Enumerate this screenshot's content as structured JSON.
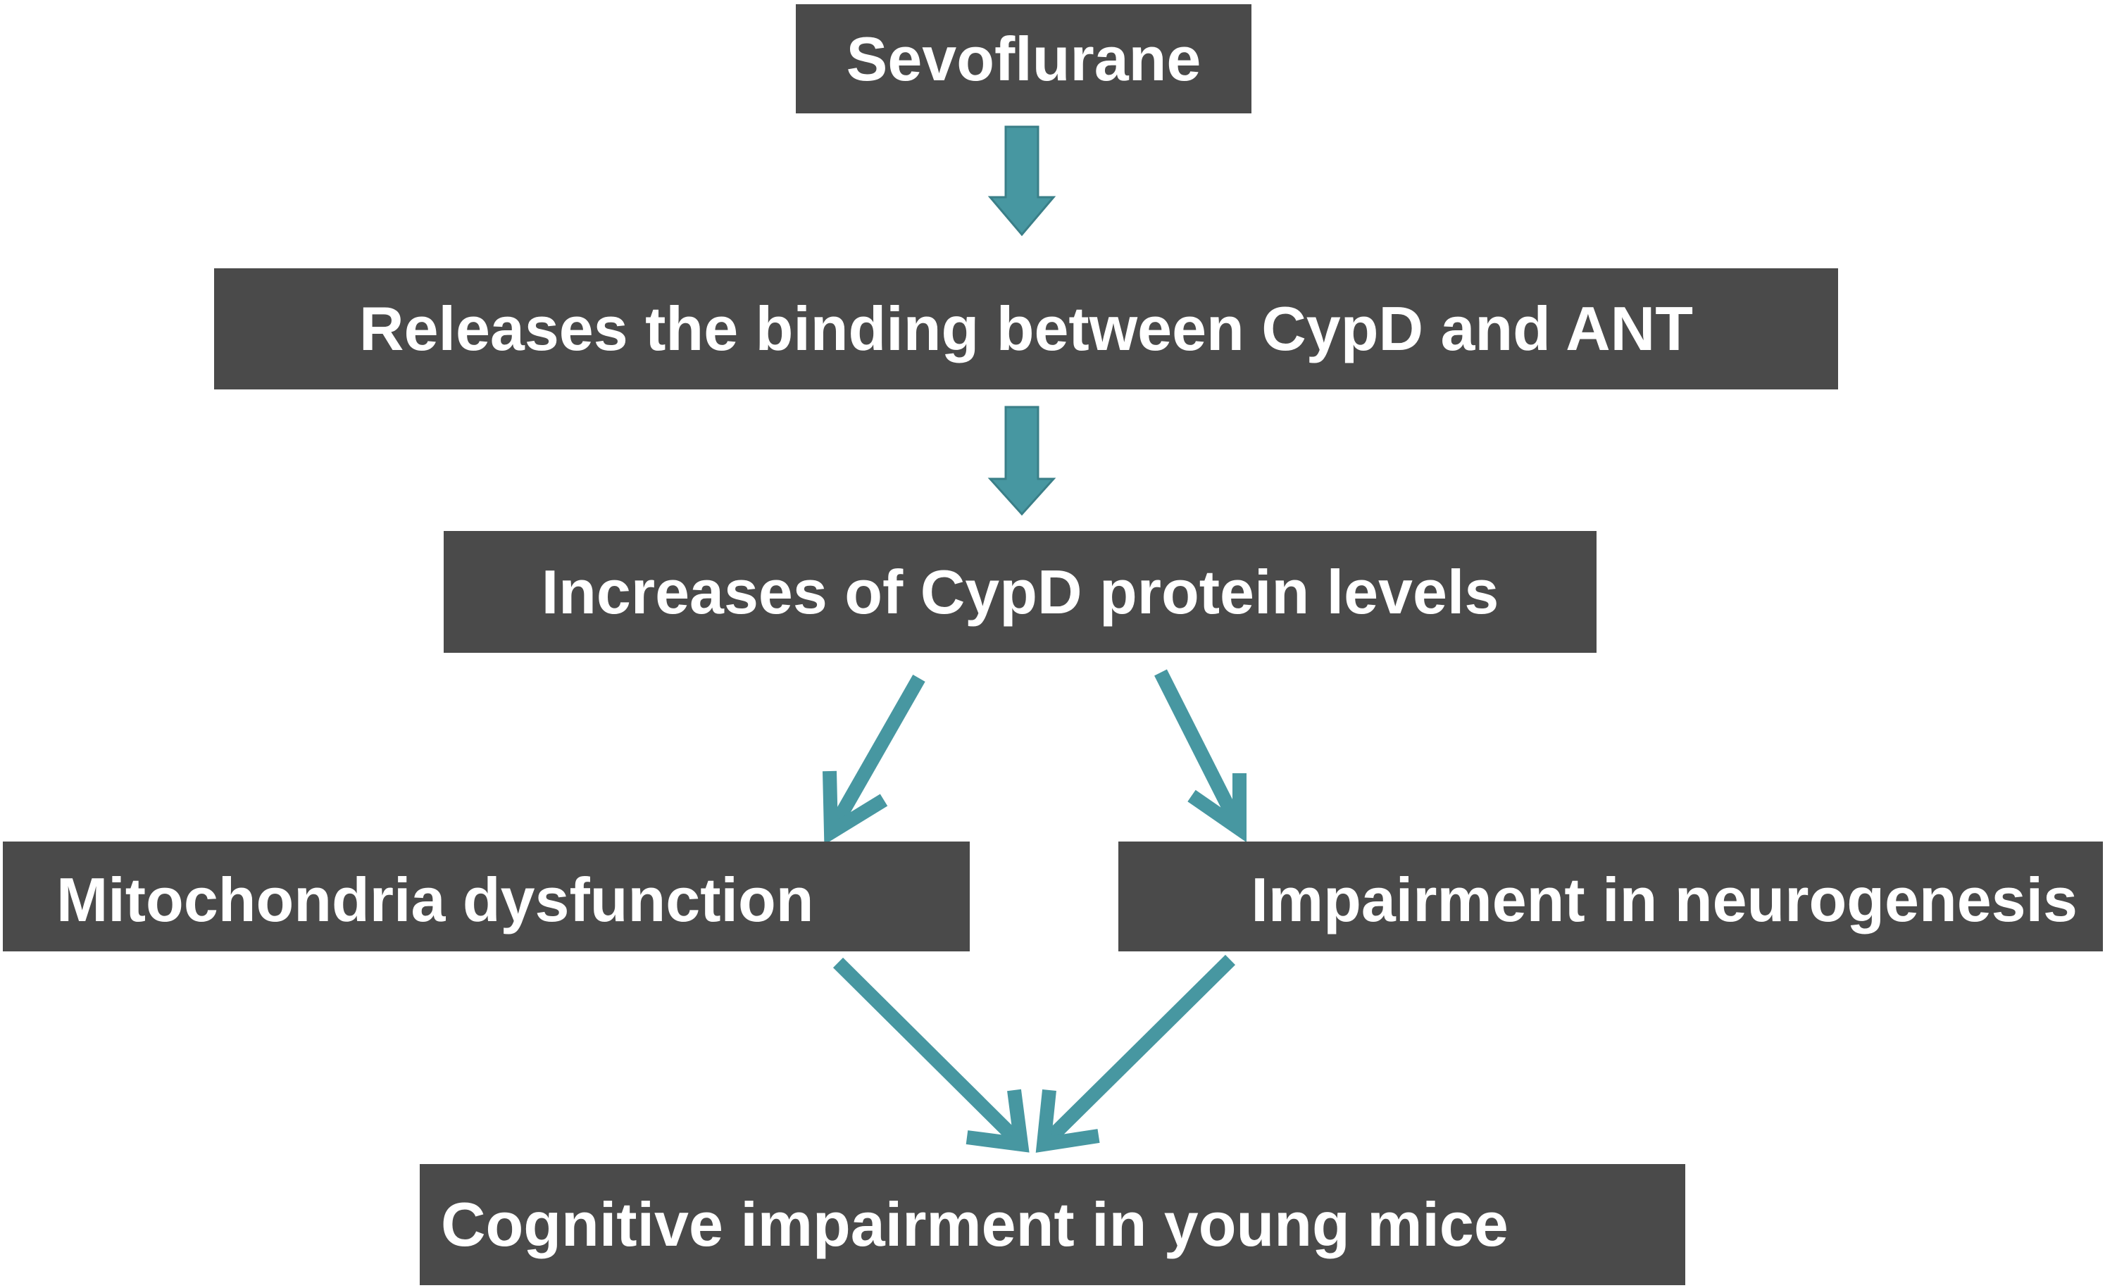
{
  "nodes": {
    "sevoflurane": "Sevoflurane",
    "releases_binding": "Releases the binding between CypD and ANT",
    "increases_cypd": "Increases of CypD protein levels",
    "mitochondria_dysfunction": "Mitochondria dysfunction",
    "impairment_neurogenesis": "Impairment in neurogenesis",
    "cognitive_impairment": "Cognitive impairment in young mice"
  },
  "edges": [
    {
      "from": "sevoflurane",
      "to": "releases_binding"
    },
    {
      "from": "releases_binding",
      "to": "increases_cypd"
    },
    {
      "from": "increases_cypd",
      "to": "mitochondria_dysfunction"
    },
    {
      "from": "increases_cypd",
      "to": "impairment_neurogenesis"
    },
    {
      "from": "mitochondria_dysfunction",
      "to": "cognitive_impairment"
    },
    {
      "from": "impairment_neurogenesis",
      "to": "cognitive_impairment"
    }
  ],
  "colors": {
    "box_fill": "#4a4a4a",
    "box_text": "#ffffff",
    "arrow": "#4797a1",
    "background": "#ffffff"
  }
}
